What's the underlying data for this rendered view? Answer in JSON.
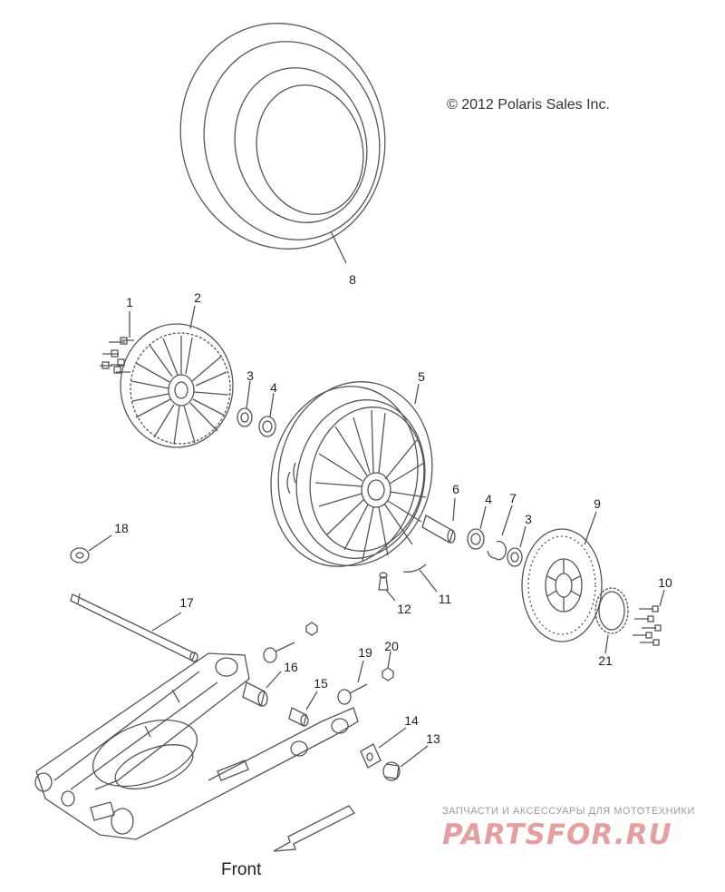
{
  "copyright": "© 2012 Polaris Sales Inc.",
  "callouts": [
    "1",
    "2",
    "3",
    "4",
    "5",
    "3",
    "4",
    "6",
    "7",
    "8",
    "9",
    "10",
    "11",
    "12",
    "13",
    "14",
    "15",
    "16",
    "17",
    "18",
    "19",
    "20",
    "21"
  ],
  "direction_label": "Front",
  "watermark": {
    "tagline": "ЗАПЧАСТИ И АКСЕССУАРЫ ДЛЯ МОТОТЕХНИКИ",
    "brand": "PARTSFOR.RU"
  }
}
